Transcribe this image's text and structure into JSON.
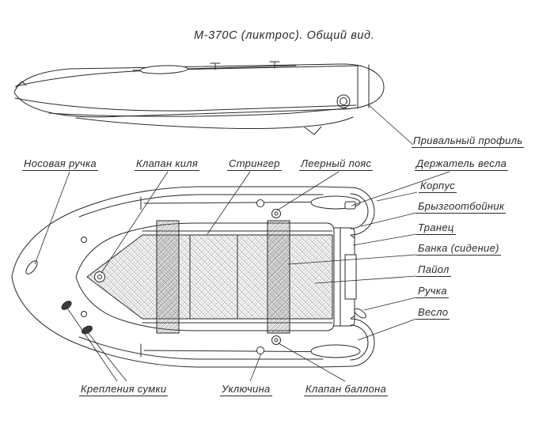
{
  "title": "М-370С (ликтрос). Общий вид.",
  "labels": {
    "prival_profile": "Привальный профиль",
    "bow_handle": "Носовая ручка",
    "keel_valve": "Клапан киля",
    "stringer": "Стрингер",
    "leer_belt": "Леерный пояс",
    "oar_holder": "Держатель весла",
    "hull": "Корпус",
    "spray_guard": "Брызгоотбойник",
    "transom": "Транец",
    "seat": "Банка (сидение)",
    "floor": "Пайол",
    "handle": "Ручка",
    "oar": "Весло",
    "bag_mounts": "Крепления сумки",
    "oarlock": "Уключина",
    "tube_valve": "Клапан баллона"
  }
}
